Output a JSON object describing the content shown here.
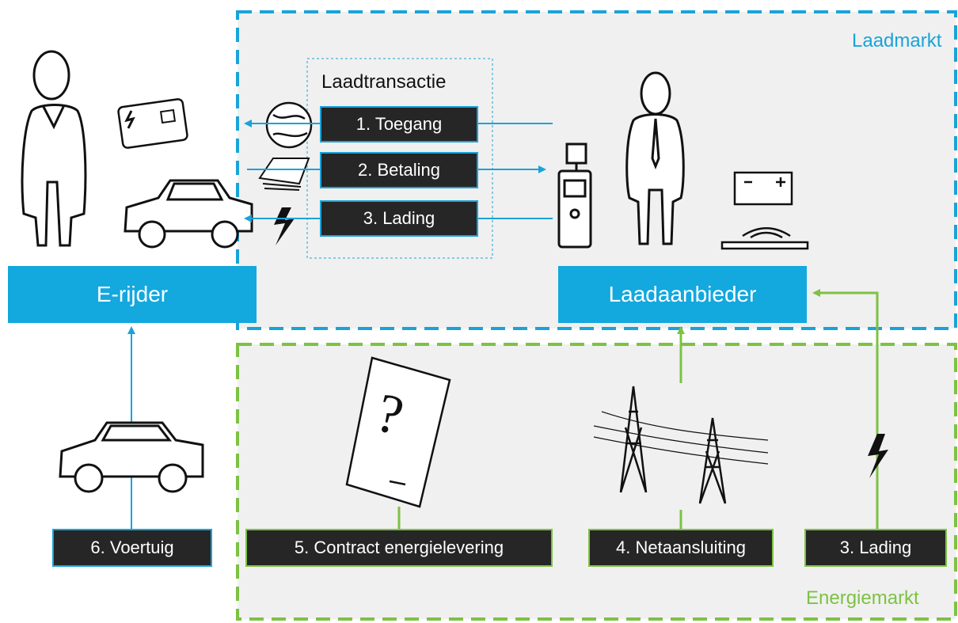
{
  "regions": {
    "laadmarkt": {
      "label": "Laadmarkt",
      "color": "#1aa3d9"
    },
    "energiemarkt": {
      "label": "Energiemarkt",
      "color": "#7dc243"
    }
  },
  "actors": {
    "e_rijder": "E-rijder",
    "laadaanbieder": "Laadaanbieder"
  },
  "transaction": {
    "title": "Laadtransactie",
    "steps": [
      "1. Toegang",
      "2. Betaling",
      "3. Lading"
    ]
  },
  "energy_items": {
    "voertuig": "6. Voertuig",
    "contract": "5. Contract energielevering",
    "netaansluiting": "4. Netaansluiting",
    "lading": "3. Lading"
  },
  "colors": {
    "accent_blue": "#13a8de",
    "accent_green": "#7dc243",
    "box_dark": "#262626",
    "panel_gray": "#f0f0f0"
  }
}
